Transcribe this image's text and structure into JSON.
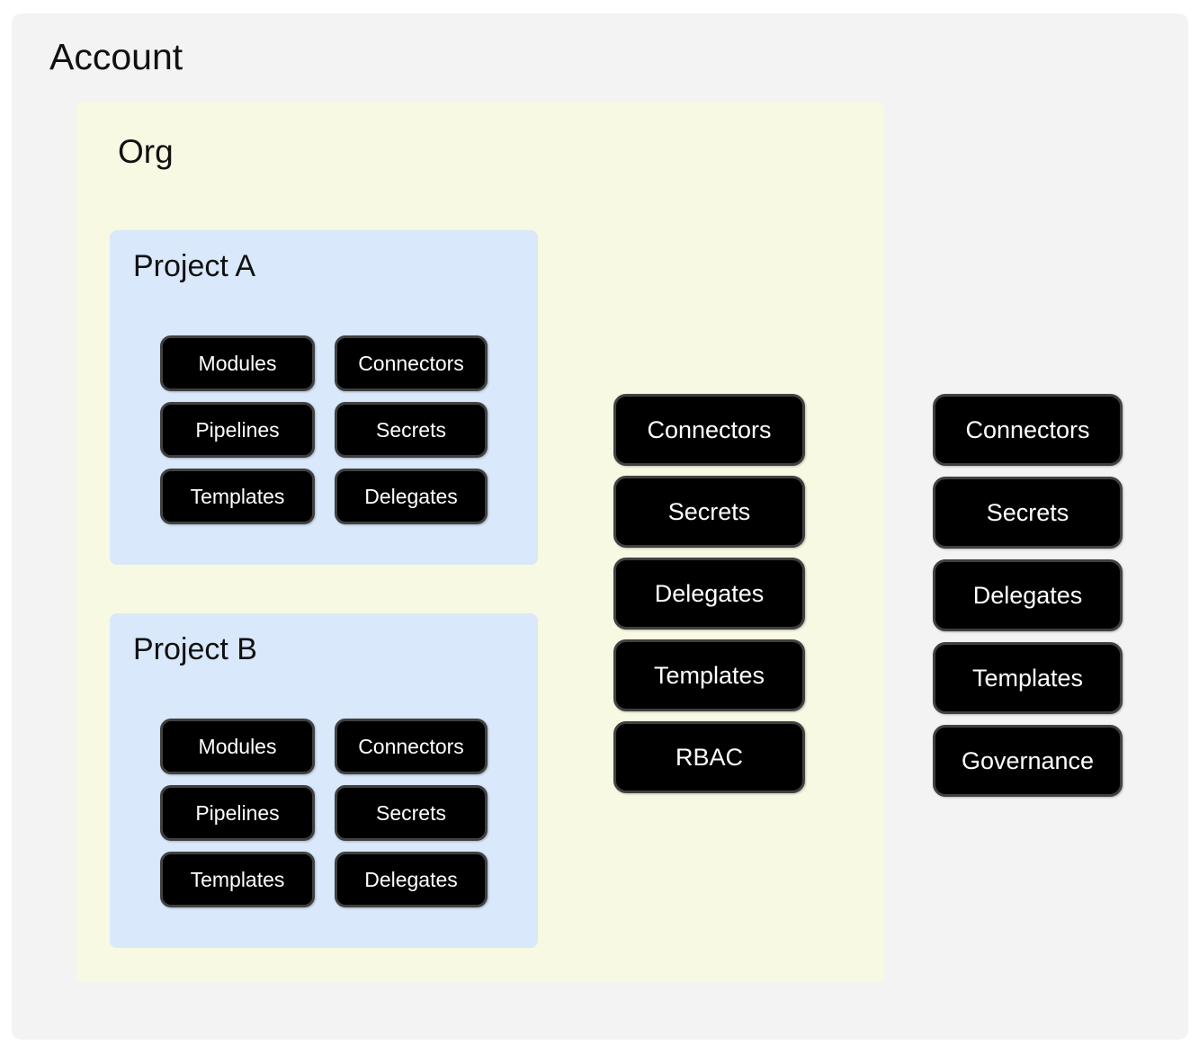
{
  "account": {
    "title": "Account",
    "services": [
      "Connectors",
      "Secrets",
      "Delegates",
      "Templates",
      "Governance"
    ],
    "org": {
      "title": "Org",
      "services": [
        "Connectors",
        "Secrets",
        "Delegates",
        "Templates",
        "RBAC"
      ],
      "projects": [
        {
          "title": "Project A",
          "items": [
            "Modules",
            "Connectors",
            "Pipelines",
            "Secrets",
            "Templates",
            "Delegates"
          ]
        },
        {
          "title": "Project B",
          "items": [
            "Modules",
            "Connectors",
            "Pipelines",
            "Secrets",
            "Templates",
            "Delegates"
          ]
        }
      ]
    }
  },
  "colors": {
    "account_bg": "#f3f3f3",
    "org_bg": "#f7f9e3",
    "project_bg": "#d9e8fb",
    "node_bg": "#000000",
    "node_border": "#404040",
    "node_text": "#ffffff",
    "title_text": "#111111"
  }
}
